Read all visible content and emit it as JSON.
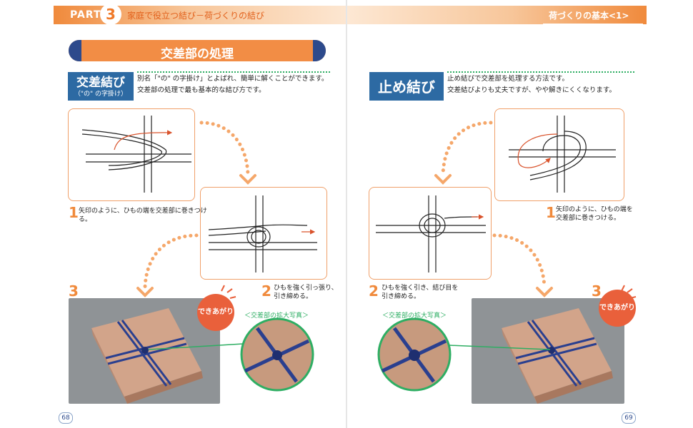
{
  "header": {
    "part_label": "PART",
    "part_number": "3",
    "chapter_title": "家庭で役立つ結び－荷づくりの結び",
    "right_title": "荷づくりの基本<1>"
  },
  "section": {
    "title": "交差部の処理"
  },
  "left_knot": {
    "name": "交差結び",
    "subtitle": "（\"の\" の字掛け）",
    "desc_line1": "別名「\"の\" の字掛け」とよばれ、簡単に解くことができます。",
    "desc_line2": "交差部の処理で最も基本的な結び方です。",
    "steps": [
      {
        "num": "1",
        "text_line1": "矢印のように、ひもの端を交差部に巻きつける。",
        "text_line2": ""
      },
      {
        "num": "2",
        "text_line1": "ひもを強く引っ張り、",
        "text_line2": "引き締める。"
      },
      {
        "num": "3"
      }
    ],
    "done_label": "できあがり",
    "zoom_label": "＜交差部の拡大写真＞"
  },
  "right_knot": {
    "name": "止め結び",
    "desc_line1": "止め結びで交差部を処理する方法です。",
    "desc_line2": "交差結びよりも丈夫ですが、やや解きにくくなります。",
    "steps": [
      {
        "num": "1",
        "text_line1": "矢印のように、ひもの端を",
        "text_line2": "交差部に巻きつける。"
      },
      {
        "num": "2",
        "text_line1": "ひもを強く引き、結び目を",
        "text_line2": "引き締める。"
      },
      {
        "num": "3"
      }
    ],
    "done_label": "できあがり",
    "zoom_label": "＜交差部の拡大写真＞"
  },
  "footer": {
    "left_page": "68",
    "right_page": "69"
  },
  "colors": {
    "accent_orange": "#f08a3c",
    "navy": "#2d4a8c",
    "steel_blue": "#2d6aa3",
    "green": "#2eae63",
    "red_badge": "#e9603b",
    "string_blue": "#2a3f8f",
    "box_kraft": "#d2a48a"
  }
}
